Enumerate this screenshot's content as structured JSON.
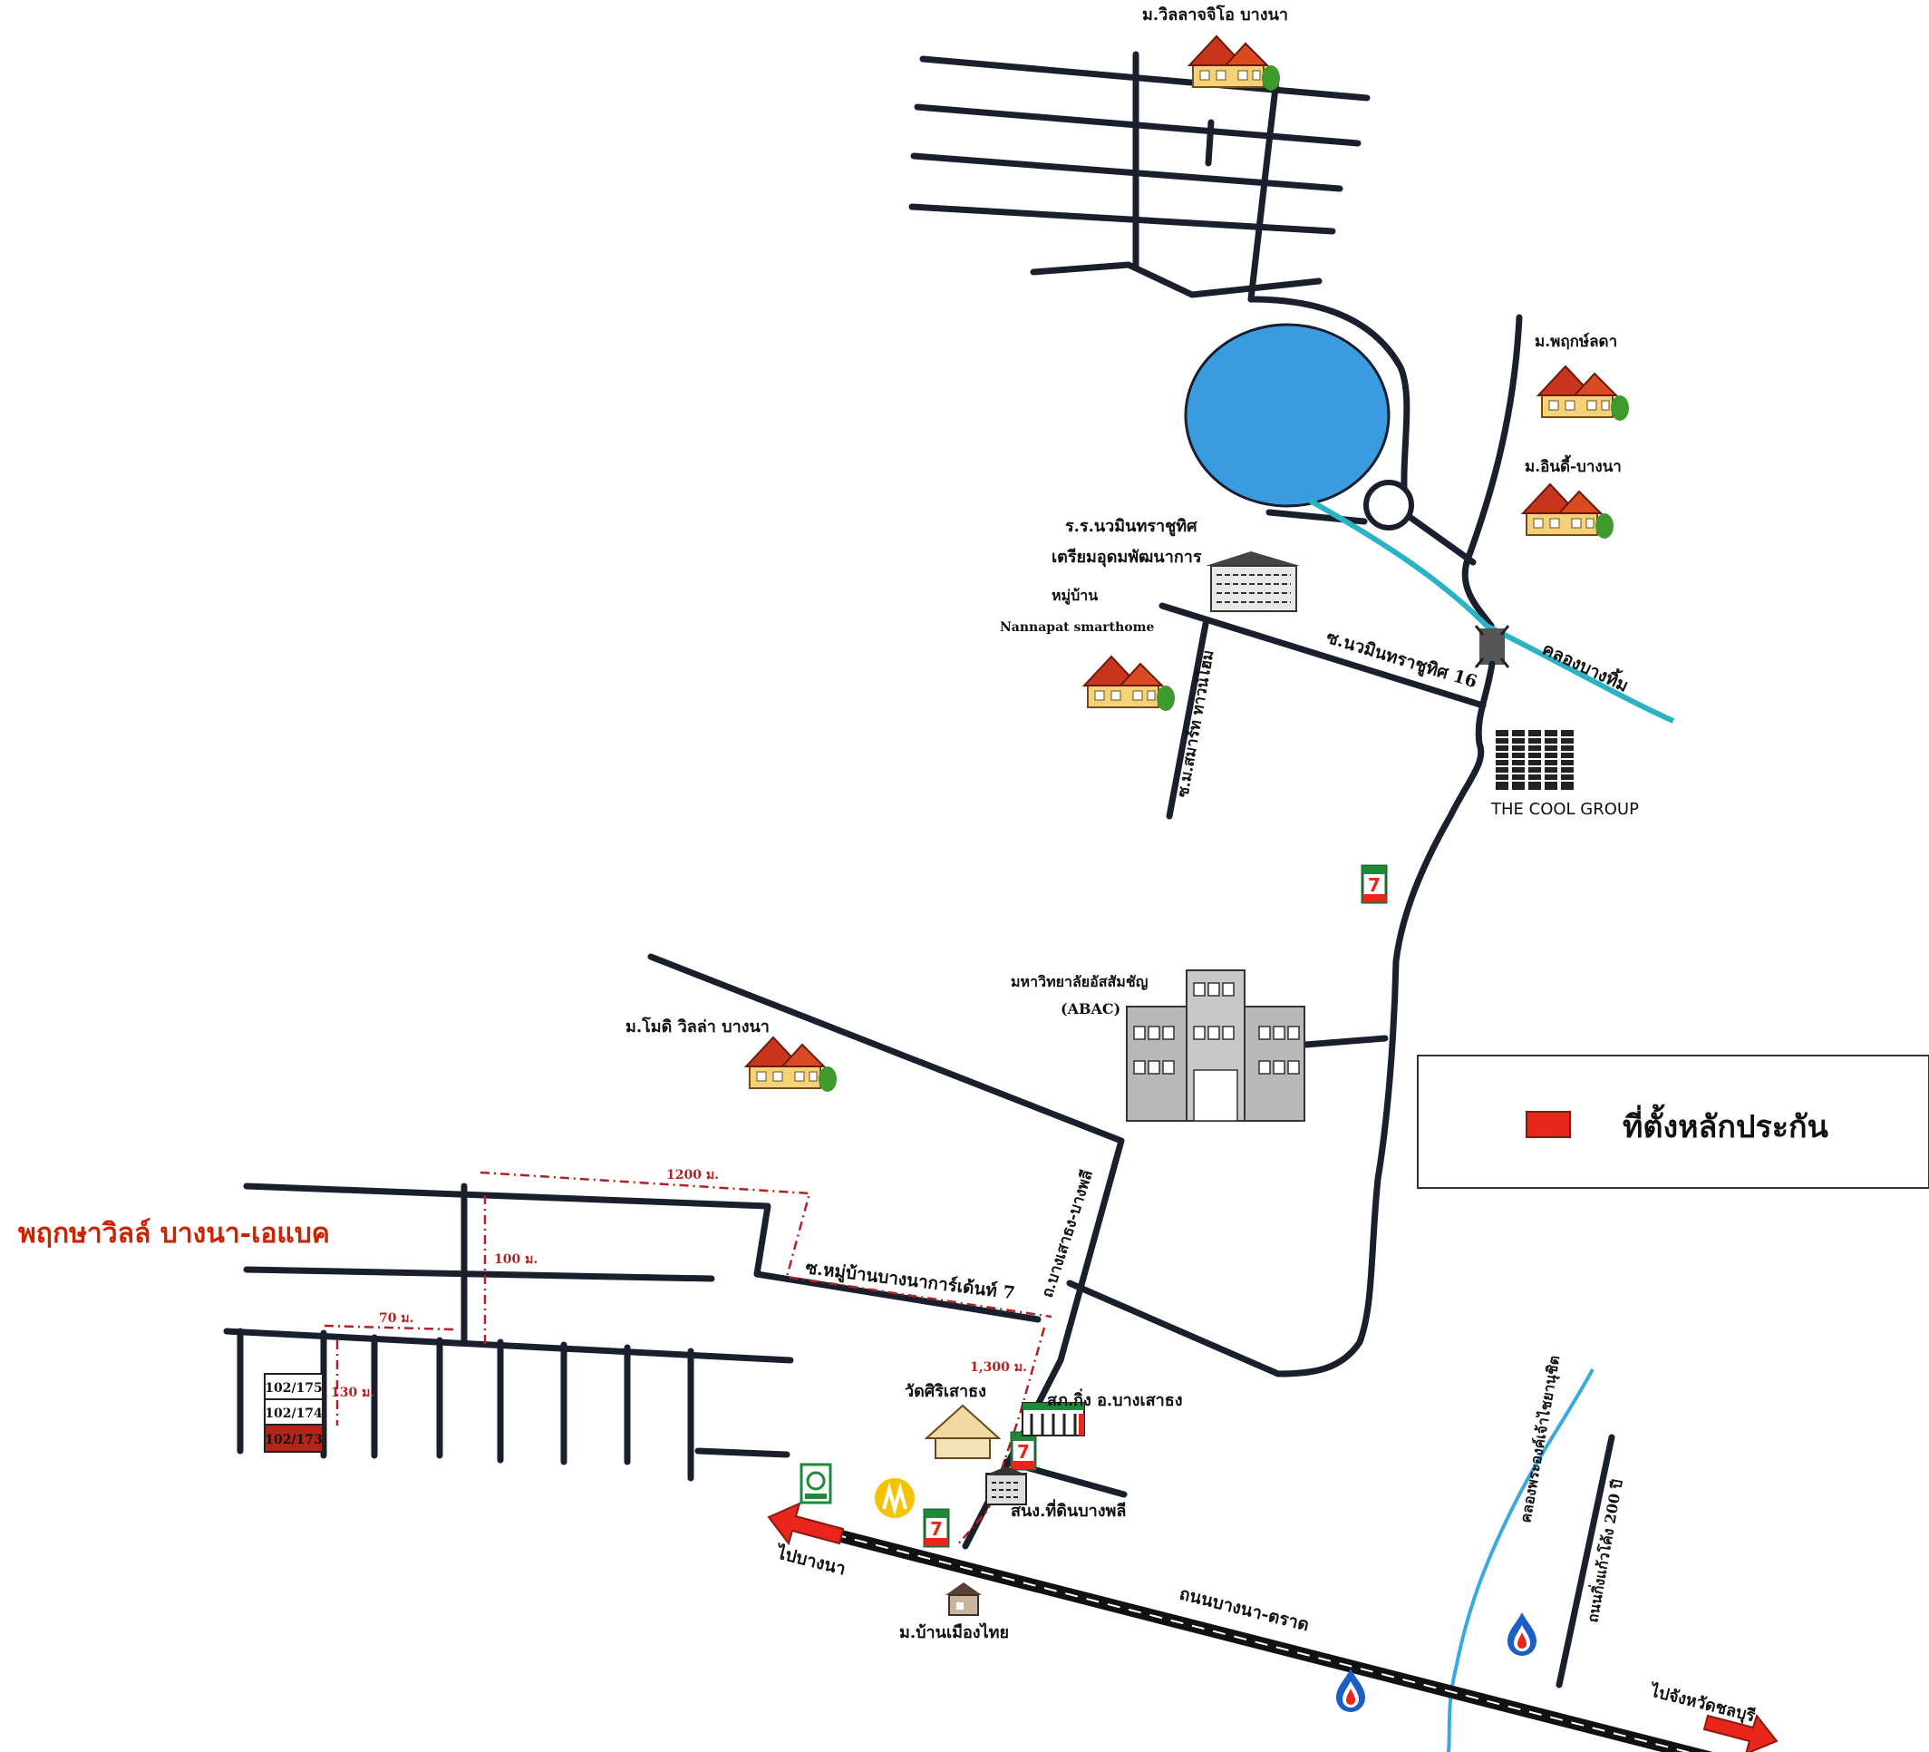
{
  "title": "พฤกษาวิลล์ บางนา-เอแบค",
  "legend": {
    "label": "ที่ตั้งหลักประกัน",
    "swatch_color": "#e8261c"
  },
  "colors": {
    "road": "#1a1f2e",
    "lake": "#3b9be0",
    "canal": "#2ab3c2",
    "river": "#3aa9e0",
    "highlight": "#cc2200"
  },
  "places": {
    "villa_jjo": "ม.วิลลาจจิโอ บางนา",
    "pruksa_lada": "ม.พฤกษ์ลดา",
    "indy_bangna": "ม.อินดี้-บางนา",
    "school_line1": "ร.ร.นวมินทราชูทิศ",
    "school_line2": "เตรียมอุดมพัฒนาการ",
    "nannapat_line1": "หมู่บ้าน",
    "nannapat_line2": "Nannapat smarthome",
    "soi_nawamin": "ซ.นวมินทราชูทิศ 16",
    "klong_bangtim": "คลองบางทิ้ม",
    "soi_smart": "ซ.ม.สมาร์ท ทาวน์โฮม",
    "cool_group": "THE COOL GROUP",
    "abac_line1": "มหาวิทยาลัยอัสสัมชัญ",
    "abac_line2": "(ABAC)",
    "modi_villa": "ม.โมดิ วิลล่า บางนา",
    "soi_bangna_garden": "ซ.หมู่บ้านบางนาการ์เด้นท์ 7",
    "road_bangsaothong": "ถ.บางเสาธง-บางพลี",
    "wat": "วัดศิริเสาธง",
    "police": "สภ.กิ่ง อ.บางเสาธง",
    "land_office": "สนง.ที่ดินบางพลี",
    "ban_muang_thai": "ม.บ้านเมืองไทย",
    "to_bangna": "ไปบางนา",
    "bangna_trad": "ถนนบางนา-ตราด",
    "to_chonburi": "ไปจังหวัดชลบุรี",
    "klong_prawet": "คลองพระองค์เจ้าไชยานุชิต",
    "road_kingkaew": "ถนนกิ่งแก้วโค้ง 200 ปี"
  },
  "dimensions": {
    "d1200": "1200 ม.",
    "d100": "100 ม.",
    "d70": "70 ม.",
    "d130": "130 ม.",
    "d1300": "1,300 ม."
  },
  "plots": [
    "102/175",
    "102/174",
    "102/173"
  ],
  "icons": [
    "house-icon",
    "school-building-icon",
    "office-tower-icon",
    "university-building-icon",
    "seven-eleven-icon",
    "temple-icon",
    "police-station-icon",
    "land-office-icon",
    "bank-icon",
    "ptt-fuel-icon",
    "pttgas-icon",
    "arrow-left-icon",
    "arrow-right-icon"
  ]
}
